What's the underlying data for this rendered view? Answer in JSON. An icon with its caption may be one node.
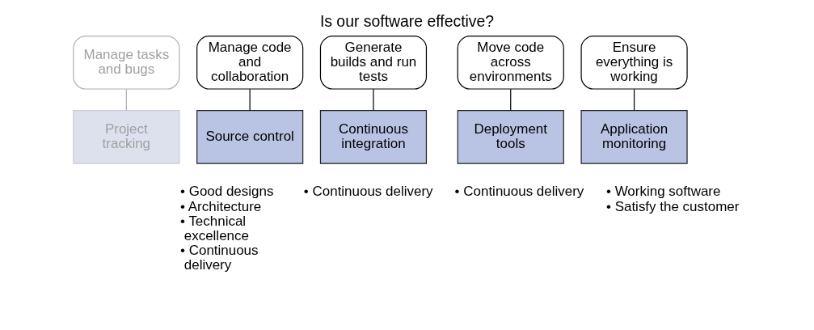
{
  "diagram": {
    "title": "Is our software effective?",
    "nodes": [
      {
        "text": [
          "Manage tasks and bugs"
        ]
      },
      {
        "text": [
          "Project tracking"
        ]
      },
      {
        "text": [
          "Manage code and collaboration"
        ]
      },
      {
        "text": [
          "Source control"
        ],
        "beside": [
          "• Good designs",
          "• Architecture",
          "• Technical excellence",
          "• Continuous delivery"
        ]
      },
      {
        "text": [
          "Generate builds and run tests"
        ]
      },
      {
        "text": [
          "Continuous integration"
        ],
        "beside": [
          "• Continuous delivery"
        ]
      },
      {
        "text": [
          "Move code across environments"
        ]
      },
      {
        "text": [
          "Deployment tools"
        ],
        "beside": [
          "• Continuous delivery"
        ]
      },
      {
        "text": [
          "Ensure everything is working"
        ]
      },
      {
        "text": [
          "Application monitoring"
        ],
        "beside": [
          "• Working software",
          "• Satisfy the customer"
        ]
      }
    ],
    "edges": [
      {
        "from": 0,
        "to": 1,
        "arrow": "none",
        "color": "#b0b0b0"
      },
      {
        "from": 2,
        "to": 3,
        "arrow": "none"
      },
      {
        "from": 4,
        "to": 5,
        "arrow": "none"
      },
      {
        "from": 6,
        "to": 7,
        "arrow": "none"
      },
      {
        "from": 8,
        "to": 9,
        "arrow": "none"
      }
    ]
  }
}
